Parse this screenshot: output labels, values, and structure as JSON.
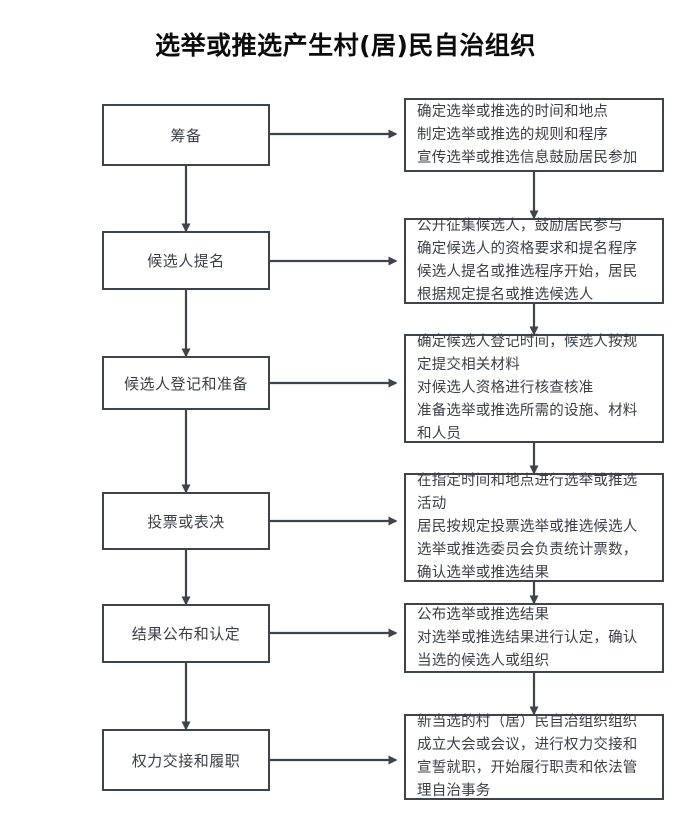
{
  "page": {
    "title": "选举或推选产生村(居)民自治组织",
    "border_color": "#3d444d",
    "text_color": "#3a3f47",
    "background_color": "#ffffff"
  },
  "flow": {
    "stages": [
      {
        "id": "stage-preparation",
        "label": "筹备"
      },
      {
        "id": "stage-nomination",
        "label": "候选人提名"
      },
      {
        "id": "stage-registration",
        "label": "候选人登记和准备"
      },
      {
        "id": "stage-voting",
        "label": "投票或表决"
      },
      {
        "id": "stage-results",
        "label": "结果公布和认定"
      },
      {
        "id": "stage-handover",
        "label": "权力交接和履职"
      }
    ],
    "details": [
      {
        "id": "detail-preparation",
        "lines": [
          "确定选举或推选的时间和地点",
          "制定选举或推选的规则和程序",
          "宣传选举或推选信息鼓励居民参加"
        ],
        "text": "确定选举或推选的时间和地点\n制定选举或推选的规则和程序\n宣传选举或推选信息鼓励居民参加"
      },
      {
        "id": "detail-nomination",
        "lines": [
          "公开征集候选人，鼓励居民参与",
          "确定候选人的资格要求和提名程序",
          "候选人提名或推选程序开始，居民",
          "根据规定提名或推选候选人"
        ],
        "text": "公开征集候选人，鼓励居民参与\n确定候选人的资格要求和提名程序\n候选人提名或推选程序开始，居民\n根据规定提名或推选候选人"
      },
      {
        "id": "detail-registration",
        "lines": [
          "确定候选人登记时间，候选人按规",
          "定提交相关材料",
          "对候选人资格进行核查核准",
          "准备选举或推选所需的设施、材料",
          "和人员"
        ],
        "text": "确定候选人登记时间，候选人按规\n定提交相关材料\n对候选人资格进行核查核准\n准备选举或推选所需的设施、材料\n和人员"
      },
      {
        "id": "detail-voting",
        "lines": [
          "在指定时间和地点进行选举或推选",
          "活动",
          "居民按规定投票选举或推选候选人",
          "选举或推选委员会负责统计票数，",
          "确认选举或推选结果"
        ],
        "text": "在指定时间和地点进行选举或推选\n活动\n居民按规定投票选举或推选候选人\n选举或推选委员会负责统计票数，\n确认选举或推选结果"
      },
      {
        "id": "detail-results",
        "lines": [
          "公布选举或推选结果",
          "对选举或推选结果进行认定，确认",
          "当选的候选人或组织"
        ],
        "text": "公布选举或推选结果\n对选举或推选结果进行认定，确认\n当选的候选人或组织"
      },
      {
        "id": "detail-handover",
        "lines": [
          "新当选的村（居）民自治组织组织",
          "成立大会或会议，进行权力交接和",
          "宣誓就职，开始履行职责和依法管",
          "理自治事务"
        ],
        "text": "新当选的村（居）民自治组织组织\n成立大会或会议，进行权力交接和\n宣誓就职，开始履行职责和依法管\n理自治事务"
      }
    ]
  }
}
